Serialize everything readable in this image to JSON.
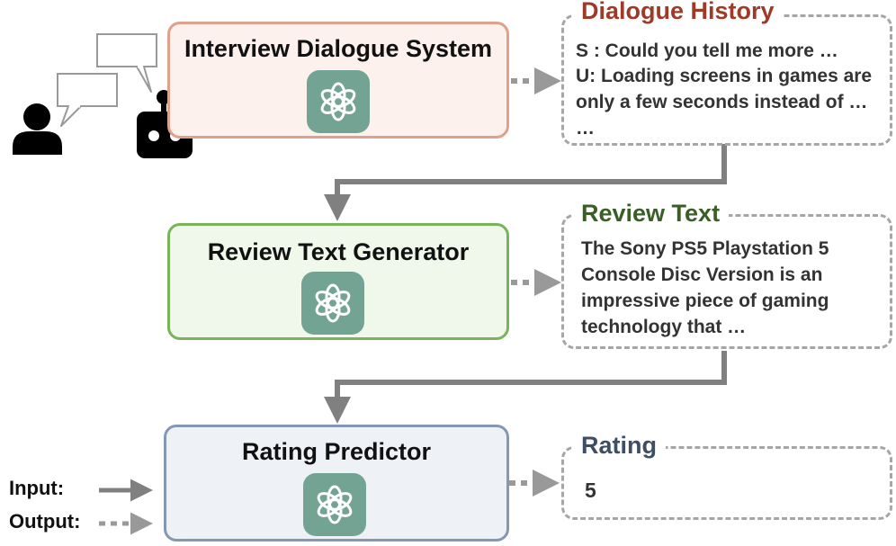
{
  "modules": {
    "interview": {
      "title": "Interview Dialogue System",
      "fill": "#fcf1ec",
      "border": "#e0a08c"
    },
    "review_gen": {
      "title": "Review Text Generator",
      "fill": "#f0f7eb",
      "border": "#79b45a"
    },
    "rating": {
      "title": "Rating Predictor",
      "fill": "#eef1f6",
      "border": "#8498b4"
    }
  },
  "outputs": {
    "dialogue": {
      "title": "Dialogue History",
      "title_color": "#9e3a27",
      "lines": [
        "S :  Could you tell me more …",
        "U: Loading screens in games are",
        "only a few seconds instead of …",
        "…"
      ]
    },
    "review": {
      "title": "Review Text",
      "title_color": "#3a5f26",
      "lines": [
        "The Sony PS5 Playstation 5",
        "Console Disc Version is an",
        "impressive piece of gaming",
        "technology that …"
      ]
    },
    "rating": {
      "title": "Rating",
      "title_color": "#3e4e63",
      "lines": [
        "5"
      ]
    }
  },
  "legend": {
    "input_label": "Input:",
    "output_label": "Output:"
  },
  "icons": {
    "model": "openai-logo-icon",
    "user": "user-icon",
    "robot": "robot-icon",
    "speech": "speech-bubble-icon"
  },
  "colors": {
    "connector": "#808080",
    "dotted": "#a6a6a6",
    "gpt_tile": "#73a393",
    "icon": "#000000"
  }
}
